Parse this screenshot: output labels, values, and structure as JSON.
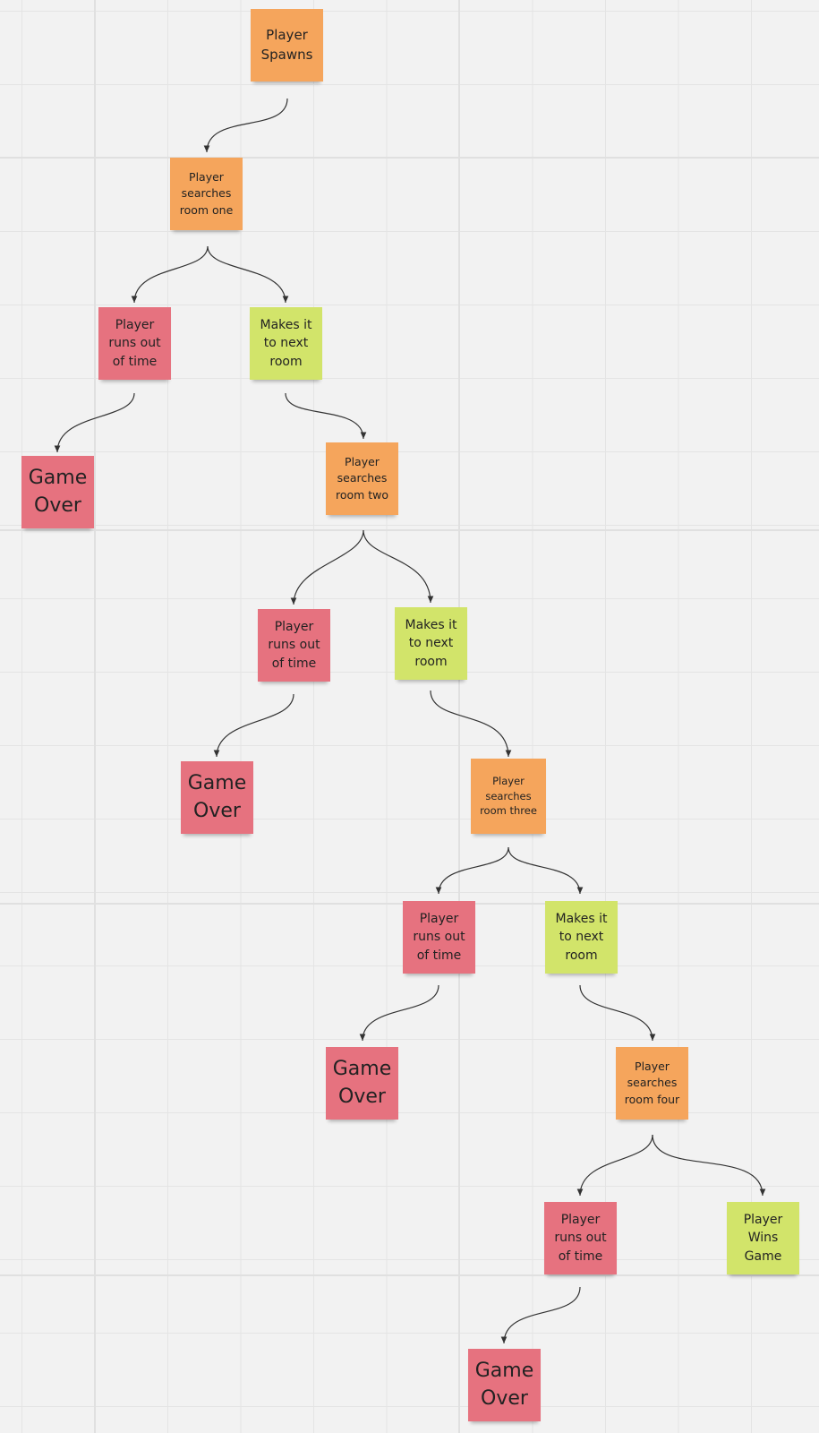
{
  "diagram": {
    "nodes": [
      {
        "id": "spawn",
        "text": "Player Spawns",
        "color": "#f5a55c"
      },
      {
        "id": "search1",
        "text": "Player searches room one",
        "color": "#f5a55c"
      },
      {
        "id": "timeout1",
        "text": "Player runs out of time",
        "color": "#e6727f"
      },
      {
        "id": "next1",
        "text": "Makes it to next room",
        "color": "#d2e46a"
      },
      {
        "id": "gameover1",
        "text": "Game Over",
        "color": "#e6727f"
      },
      {
        "id": "search2",
        "text": "Player searches room two",
        "color": "#f5a55c"
      },
      {
        "id": "timeout2",
        "text": "Player runs out of time",
        "color": "#e6727f"
      },
      {
        "id": "next2",
        "text": "Makes it to next room",
        "color": "#d2e46a"
      },
      {
        "id": "gameover2",
        "text": "Game Over",
        "color": "#e6727f"
      },
      {
        "id": "search3",
        "text": "Player searches room three",
        "color": "#f5a55c"
      },
      {
        "id": "timeout3",
        "text": "Player runs out of time",
        "color": "#e6727f"
      },
      {
        "id": "next3",
        "text": "Makes it to next room",
        "color": "#d2e46a"
      },
      {
        "id": "gameover3",
        "text": "Game Over",
        "color": "#e6727f"
      },
      {
        "id": "search4",
        "text": "Player searches room four",
        "color": "#f5a55c"
      },
      {
        "id": "timeout4",
        "text": "Player runs out of time",
        "color": "#e6727f"
      },
      {
        "id": "wins",
        "text": "Player Wins Game",
        "color": "#d2e46a"
      },
      {
        "id": "gameover4",
        "text": "Game Over",
        "color": "#e6727f"
      }
    ],
    "edges": [
      {
        "from": "spawn",
        "to": "search1"
      },
      {
        "from": "search1",
        "to": "timeout1"
      },
      {
        "from": "search1",
        "to": "next1"
      },
      {
        "from": "timeout1",
        "to": "gameover1"
      },
      {
        "from": "next1",
        "to": "search2"
      },
      {
        "from": "search2",
        "to": "timeout2"
      },
      {
        "from": "search2",
        "to": "next2"
      },
      {
        "from": "timeout2",
        "to": "gameover2"
      },
      {
        "from": "next2",
        "to": "search3"
      },
      {
        "from": "search3",
        "to": "timeout3"
      },
      {
        "from": "search3",
        "to": "next3"
      },
      {
        "from": "timeout3",
        "to": "gameover3"
      },
      {
        "from": "next3",
        "to": "search4"
      },
      {
        "from": "search4",
        "to": "timeout4"
      },
      {
        "from": "search4",
        "to": "wins"
      },
      {
        "from": "timeout4",
        "to": "gameover4"
      }
    ]
  },
  "colors": {
    "orange_note": "#f5a55c",
    "red_note": "#e6727f",
    "green_note": "#d2e46a",
    "connector": "#333333",
    "canvas": "#f2f2f2"
  }
}
